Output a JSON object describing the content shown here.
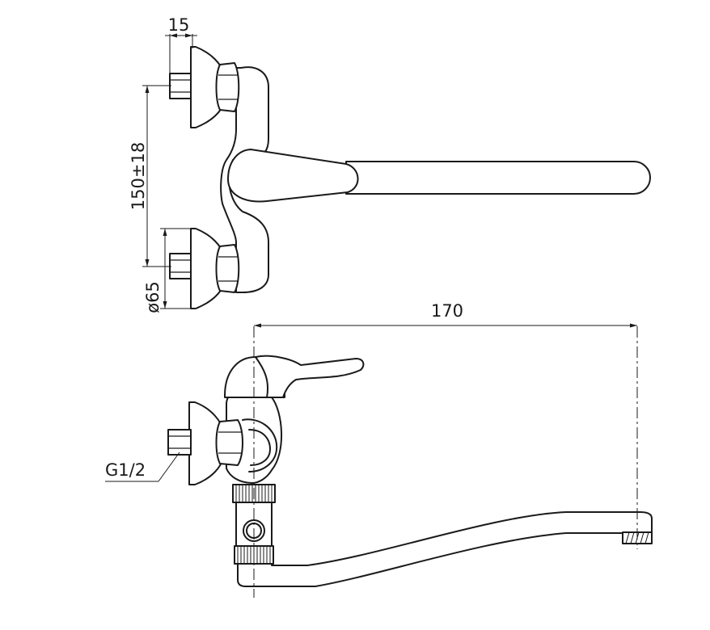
{
  "dimensions": {
    "connector_depth": "15",
    "center_distance": "150±18",
    "flange_diameter": "ø65",
    "spout_reach": "170",
    "thread_size": "G1/2"
  },
  "views": [
    "front-view",
    "side-view"
  ],
  "line_color": "#1a1a1a"
}
